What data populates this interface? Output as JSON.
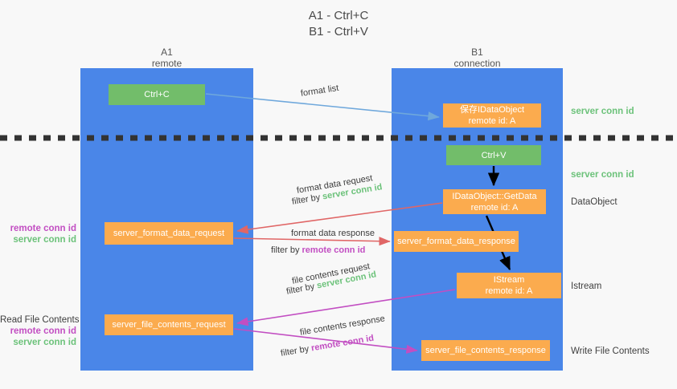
{
  "title": {
    "line1": "A1 - Ctrl+C",
    "line2": "B1 - Ctrl+V"
  },
  "lanes": [
    {
      "id": "a1",
      "name": "A1",
      "sublabel": "remote",
      "color": "#4a86e8"
    },
    {
      "id": "b1",
      "name": "B1",
      "sublabel": "connection",
      "color": "#4a86e8"
    }
  ],
  "colors": {
    "lane": "#4a86e8",
    "green_box": "#72bd6a",
    "orange_box": "#fbab4e",
    "server_conn_id": "#6cc27a",
    "remote_conn_id": "#c24ec2",
    "arrow_blue": "#6fa8dc",
    "arrow_red": "#e06666",
    "arrow_purple": "#c24ec2",
    "arrow_black": "#000000",
    "background": "#f8f8f8"
  },
  "boxes": {
    "ctrl_c": {
      "label": "Ctrl+C",
      "style": "green"
    },
    "save_idataobject": {
      "line1": "保存IDataObject",
      "line2": "remote id: A",
      "style": "orange"
    },
    "ctrl_v": {
      "label": "Ctrl+V",
      "style": "green"
    },
    "getdata": {
      "line1": "IDataObject::GetData",
      "line2": "remote id: A",
      "style": "orange"
    },
    "server_format_data_request": {
      "label": "server_format_data_request",
      "style": "orange"
    },
    "server_format_data_response": {
      "label": "server_format_data_response",
      "style": "orange"
    },
    "istream": {
      "line1": "IStream",
      "line2": "remote id: A",
      "style": "orange"
    },
    "server_file_contents_request": {
      "label": "server_file_contents_request",
      "style": "orange"
    },
    "server_file_contents_response": {
      "label": "server_file_contents_response",
      "style": "orange"
    }
  },
  "edge_labels": {
    "format_list": "format list",
    "format_data_request": "format data request",
    "format_data_request_filter_prefix": "filter by ",
    "format_data_request_filter_value": "server conn id",
    "format_data_response": "format data response",
    "format_data_response_filter_prefix": "filter by ",
    "format_data_response_filter_value": "remote conn id",
    "file_contents_request": "file contents request",
    "file_contents_request_filter_prefix": "filter by ",
    "file_contents_request_filter_value": "server conn id",
    "file_contents_response": "file contents response",
    "file_contents_response_filter_prefix": "filter by ",
    "file_contents_response_filter_value": "remote conn id"
  },
  "right_notes": {
    "server_conn_id_top": "server conn id",
    "server_conn_id_mid": "server conn id",
    "dataobject": "DataObject",
    "istream": "Istream",
    "write_file_contents": "Write File Contents"
  },
  "left_notes": {
    "format_remote_conn_id": "remote conn id",
    "format_server_conn_id": "server conn id",
    "read_file_contents": "Read File Contents",
    "file_remote_conn_id": "remote conn id",
    "file_server_conn_id": "server conn id"
  }
}
